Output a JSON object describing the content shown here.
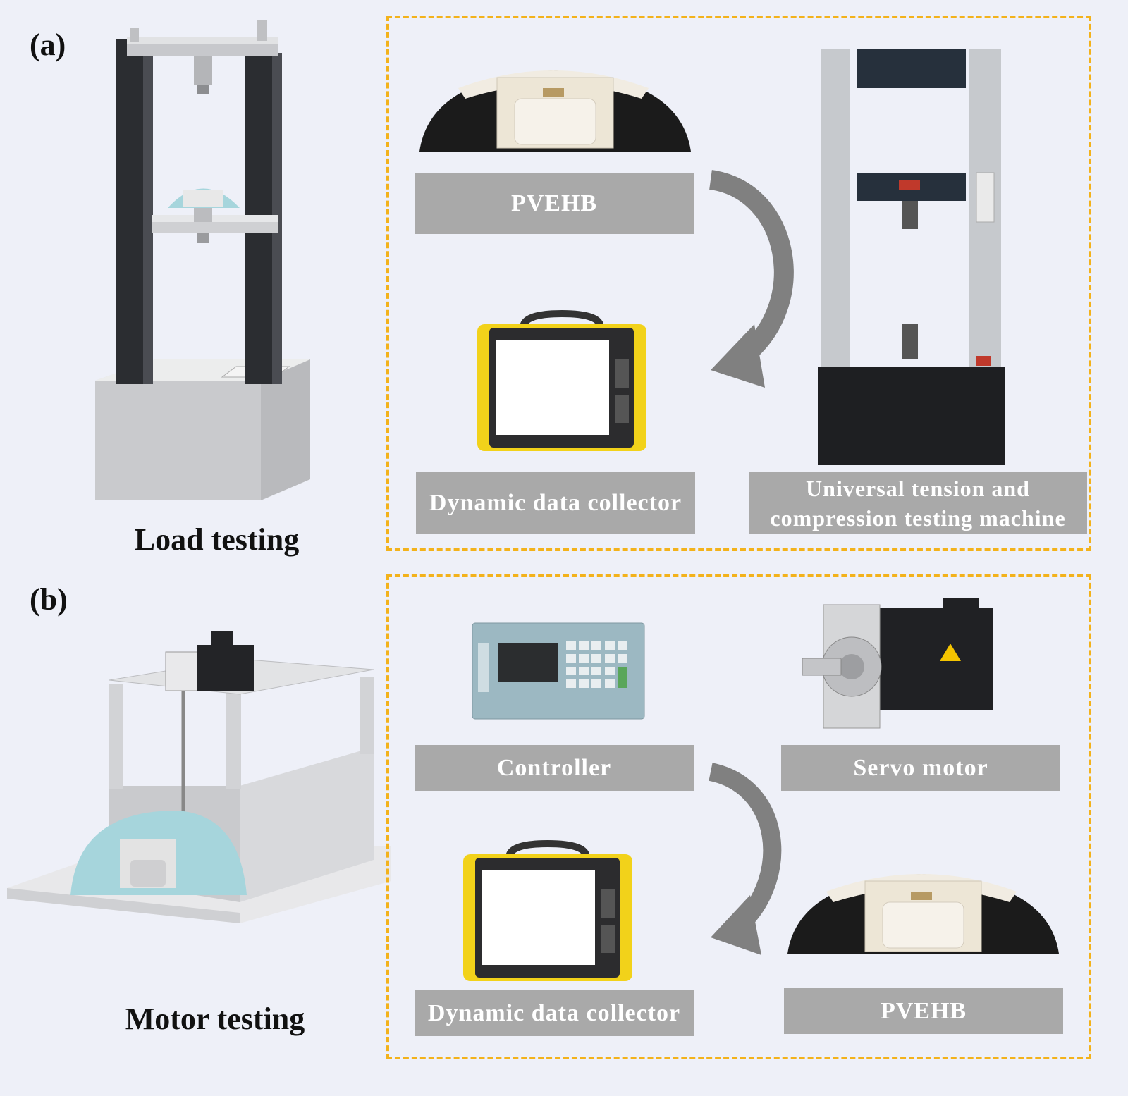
{
  "panel_a": {
    "tag": "(a)",
    "caption": "Load testing",
    "labels": {
      "pvehb": "PVEHB",
      "collector": "Dynamic data collector",
      "machine_line1": "Universal tension and",
      "machine_line2": "compression testing machine"
    }
  },
  "panel_b": {
    "tag": "(b)",
    "caption": "Motor testing",
    "labels": {
      "controller": "Controller",
      "servo": "Servo motor",
      "collector": "Dynamic data collector",
      "pvehb": "PVEHB"
    }
  },
  "colors": {
    "background": "#eef0f8",
    "dash_border": "#f3b21b",
    "label_fill": "#a9a9a9",
    "collector_frame": "#f2d21a",
    "pvehb_body": "#1b1b1b",
    "arrow": "#808080"
  }
}
